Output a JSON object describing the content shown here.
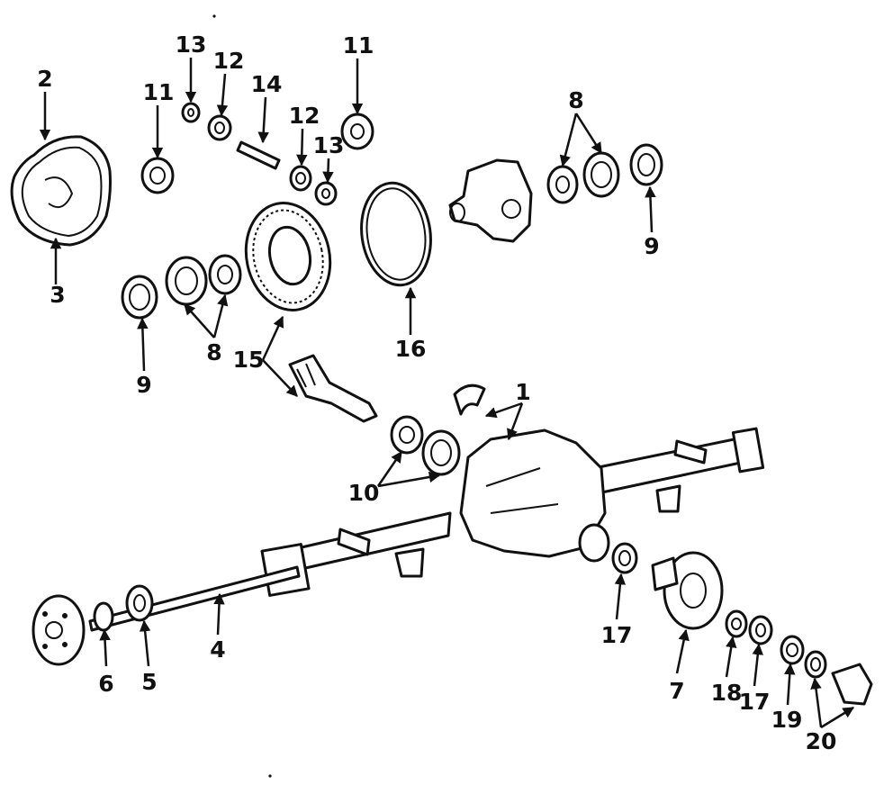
{
  "diagram": {
    "callouts": [
      {
        "id": "c1",
        "number": "1"
      },
      {
        "id": "c2",
        "number": "2"
      },
      {
        "id": "c3",
        "number": "3"
      },
      {
        "id": "c4",
        "number": "4"
      },
      {
        "id": "c5",
        "number": "5"
      },
      {
        "id": "c6",
        "number": "6"
      },
      {
        "id": "c7",
        "number": "7"
      },
      {
        "id": "c8a",
        "number": "8"
      },
      {
        "id": "c8b",
        "number": "8"
      },
      {
        "id": "c9a",
        "number": "9"
      },
      {
        "id": "c9b",
        "number": "9"
      },
      {
        "id": "c10",
        "number": "10"
      },
      {
        "id": "c11a",
        "number": "11"
      },
      {
        "id": "c11b",
        "number": "11"
      },
      {
        "id": "c12a",
        "number": "12"
      },
      {
        "id": "c12b",
        "number": "12"
      },
      {
        "id": "c13a",
        "number": "13"
      },
      {
        "id": "c13b",
        "number": "13"
      },
      {
        "id": "c14",
        "number": "14"
      },
      {
        "id": "c15",
        "number": "15"
      },
      {
        "id": "c16",
        "number": "16"
      },
      {
        "id": "c17a",
        "number": "17"
      },
      {
        "id": "c17b",
        "number": "17"
      },
      {
        "id": "c18",
        "number": "18"
      },
      {
        "id": "c19",
        "number": "19"
      },
      {
        "id": "c20",
        "number": "20"
      }
    ]
  }
}
